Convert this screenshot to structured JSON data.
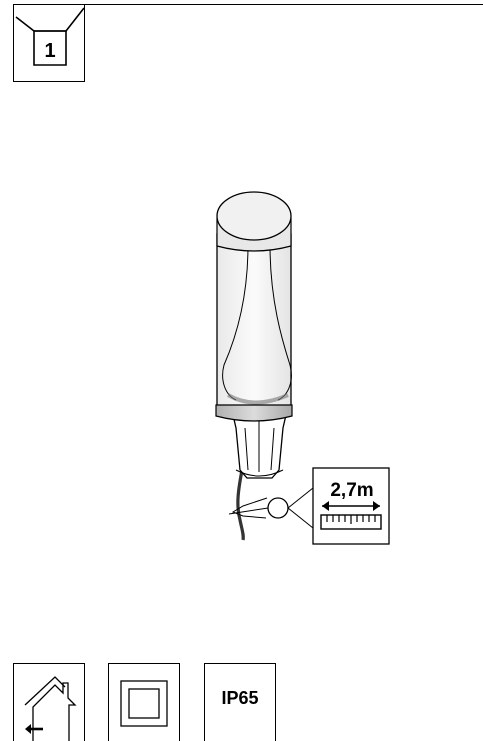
{
  "package": {
    "quantity": "1",
    "icon": "open-box-icon"
  },
  "product": {
    "icon": "bollard-light-illustration"
  },
  "cable": {
    "length": "2,7m",
    "icon": "measuring-ruler-icon"
  },
  "symbols": {
    "outdoor_icon": "house-exterior-arrow-icon",
    "class_ii_icon": "double-insulation-icon",
    "ip_rating": "IP65"
  }
}
